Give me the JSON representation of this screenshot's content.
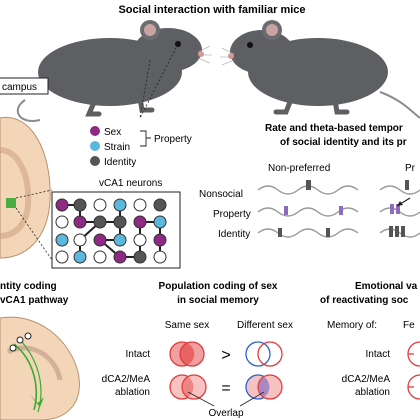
{
  "header": {
    "title": "Social interaction with familiar mice"
  },
  "hippocampus": {
    "label": "campus"
  },
  "legend": {
    "items": [
      {
        "label": "Sex",
        "color": "#8e2a84"
      },
      {
        "label": "Strain",
        "color": "#5ab8dc"
      },
      {
        "label": "Identity",
        "color": "#555555"
      }
    ],
    "group_label": "Property"
  },
  "neurons": {
    "title": "vCA1 neurons"
  },
  "rate_panel": {
    "title_line1": "Rate and theta-based tempor",
    "title_line2": "of social identity and its pr",
    "col_nonpreferred": "Non-preferred",
    "col_preferred": "Pr",
    "rows": [
      "Nonsocial",
      "Property",
      "Identity"
    ]
  },
  "identity_panel": {
    "title_line1": "ntity coding",
    "title_line2": "vCA1 pathway"
  },
  "population_panel": {
    "title_line1": "Population coding of sex",
    "title_line2": "in social memory",
    "col_same": "Same sex",
    "col_different": "Different sex",
    "row_intact": "Intact",
    "row_ablation_line1": "dCA2/MeA",
    "row_ablation_line2": "ablation",
    "op_intact": ">",
    "op_ablation": "=",
    "overlap_label": "Overlap"
  },
  "emotional_panel": {
    "title_line1": "Emotional va",
    "title_line2": "of reactivating soc",
    "memory_of": "Memory of:",
    "col_fe": "Fe",
    "row_intact": "Intact",
    "row_ablation_line1": "dCA2/MeA",
    "row_ablation_line2": "ablation"
  },
  "colors": {
    "sex": "#8e2a84",
    "strain": "#5ab8dc",
    "identity": "#555555",
    "red": "#e23b3b",
    "blue": "#2c62c9",
    "mouse": "#5d5f63",
    "green": "#3aaa35",
    "brain": "#f3d6b8"
  }
}
